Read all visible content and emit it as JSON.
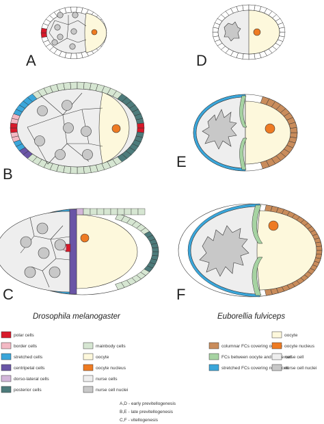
{
  "panel_labels": [
    "A",
    "B",
    "C",
    "D",
    "E",
    "F"
  ],
  "species": {
    "left": "Drosophila melanogaster",
    "right": "Euborellia fulviceps"
  },
  "colors": {
    "polar": "#d8192a",
    "border": "#f3b9c4",
    "stretched": "#3aa6da",
    "centripetal": "#6a55a6",
    "dorsolateral": "#d3b6d9",
    "posterior": "#4d7b7b",
    "mainbody": "#d6e6d2",
    "oocyte": "#fdf8dc",
    "oocyte_nucleus": "#ee7b23",
    "nurse": "#eeeeee",
    "nurse_nucleus": "#c8c8c8",
    "columnar": "#c98c5b",
    "fc_between": "#a6d3a2",
    "stretched_nurse": "#3aa6da",
    "outline": "#333333"
  },
  "legend_left": [
    {
      "label": "polar cells",
      "color": "#d8192a"
    },
    {
      "label": "border cells",
      "color": "#f3b9c4"
    },
    {
      "label": "stretched cells",
      "color": "#3aa6da"
    },
    {
      "label": "centripetal cells",
      "color": "#6a55a6"
    },
    {
      "label": "dorso-lateral cells",
      "color": "#d3b6d9"
    },
    {
      "label": "posterior cells",
      "color": "#4d7b7b"
    }
  ],
  "legend_mid": [
    {
      "label": "mainbody cells",
      "color": "#d6e6d2"
    },
    {
      "label": "oocyte",
      "color": "#fdf8dc"
    },
    {
      "label": "oocyte nucleus",
      "color": "#ee7b23"
    },
    {
      "label": "nurse cells",
      "color": "#eeeeee"
    },
    {
      "label": "nurse cell nuclei",
      "color": "#c8c8c8"
    }
  ],
  "legend_right1": [
    {
      "label": "columnar FCs covering oocyte",
      "color": "#c98c5b"
    },
    {
      "label": "FCs between oocyte and nurse cell",
      "color": "#a6d3a2"
    },
    {
      "label": "stretched FCs covering nurse cell",
      "color": "#3aa6da"
    }
  ],
  "legend_right2": [
    {
      "label": "oocyte",
      "color": "#fdf8dc"
    },
    {
      "label": "oocyte nucleus",
      "color": "#ee7b23"
    },
    {
      "label": "nurse cell",
      "color": "#eeeeee"
    },
    {
      "label": "nurse cell nuclei",
      "color": "#c8c8c8"
    }
  ],
  "notes": [
    "A,D - early previtellogenesis",
    "B,E - late previtellogenesis",
    "C,F - vitellogenesis"
  ]
}
